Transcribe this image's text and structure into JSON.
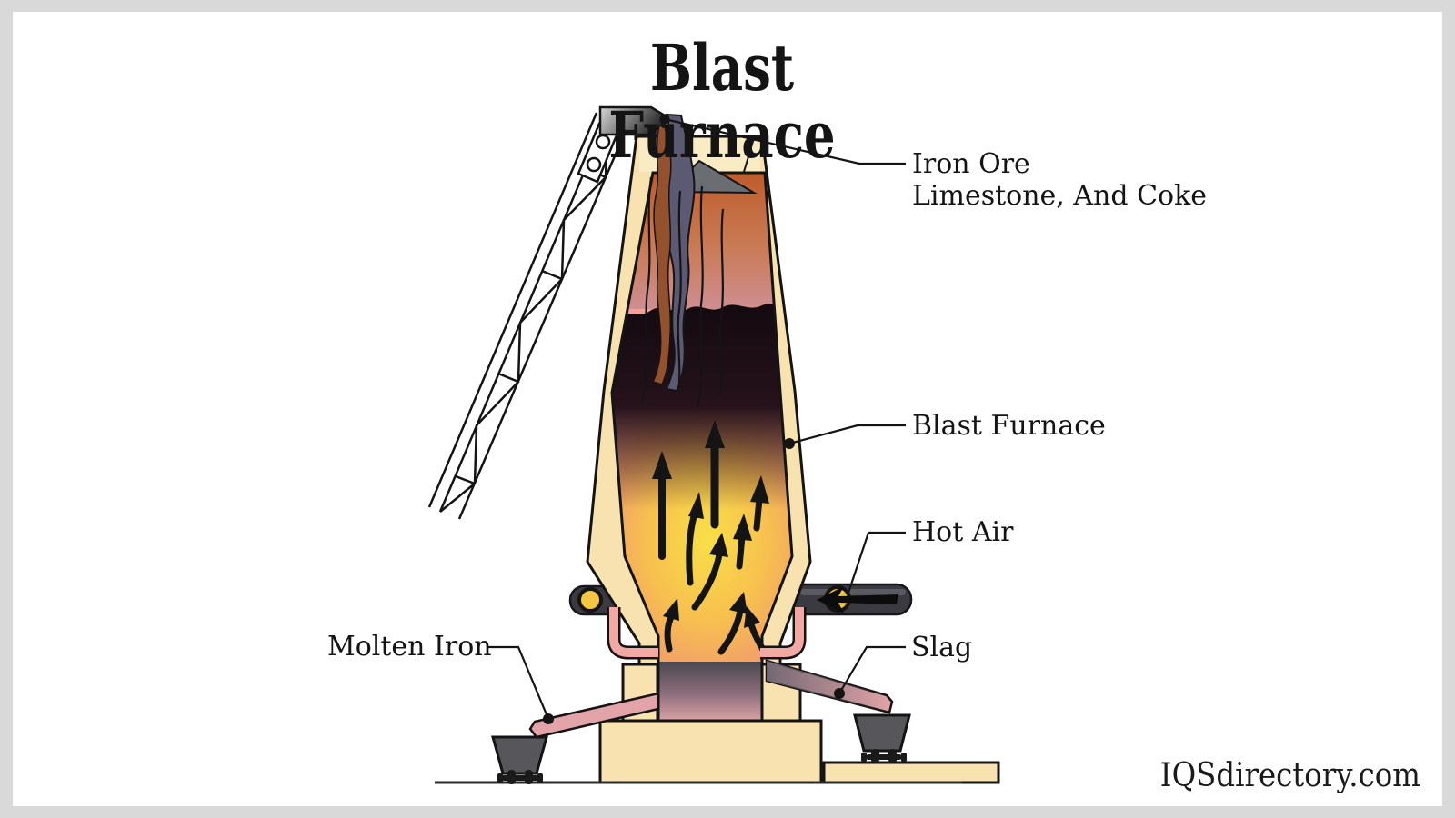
{
  "title": "Blast Furnace",
  "watermark": "IQSdirectory.com",
  "labels": {
    "charge_line1": "Iron Ore",
    "charge_line2": "Limestone, And Coke",
    "furnace": "Blast Furnace",
    "hot_air": "Hot Air",
    "slag": "Slag",
    "molten_iron": "Molten Iron"
  },
  "colors": {
    "outline": "#141414",
    "wall_cream": "#F7E2B0",
    "wall_cream_light": "#F9EBC4",
    "hot_core_yellow": "#F9DF47",
    "flame_orange": "#F4A94E",
    "zone_pink": "#EFA295",
    "burden_orange": "#BE5B2B",
    "pipe_pink": "#F2A9A4",
    "metal_dark": "#3A3A40",
    "tuyere_yellow": "#F5C63F",
    "cart_gray": "#57575B",
    "bell_gray": "#6A6E72",
    "stream_slate": "#5C5A72",
    "stream_brown": "#94512E",
    "chute_pink": "#E2A4A8"
  }
}
